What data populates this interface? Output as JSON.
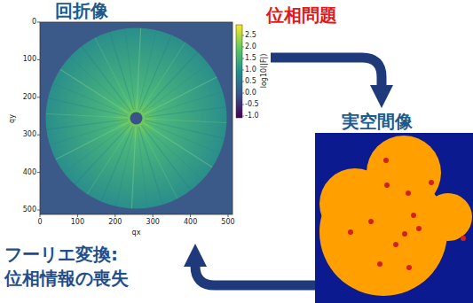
{
  "diagram": {
    "nodes": [
      {
        "text": [
          "回折像"
        ]
      },
      {
        "text": [
          "実空間像"
        ]
      }
    ],
    "edges": [
      {
        "from": 0,
        "to": 1,
        "arrow": "to",
        "label": "位相問題"
      },
      {
        "from": 1,
        "to": 0,
        "arrow": "to",
        "label": "フーリエ変換: 位相情報の喪失"
      }
    ],
    "labels": [
      "0",
      "100",
      "200",
      "300",
      "400",
      "500",
      "0",
      "100",
      "200",
      "300",
      "400",
      "500",
      "qx",
      "qy",
      "2.5",
      "2.0",
      "1.5",
      "1.0",
      "0.5",
      "0.0",
      "-0.5",
      "-1.0",
      "log10(|F|)"
    ]
  }
}
